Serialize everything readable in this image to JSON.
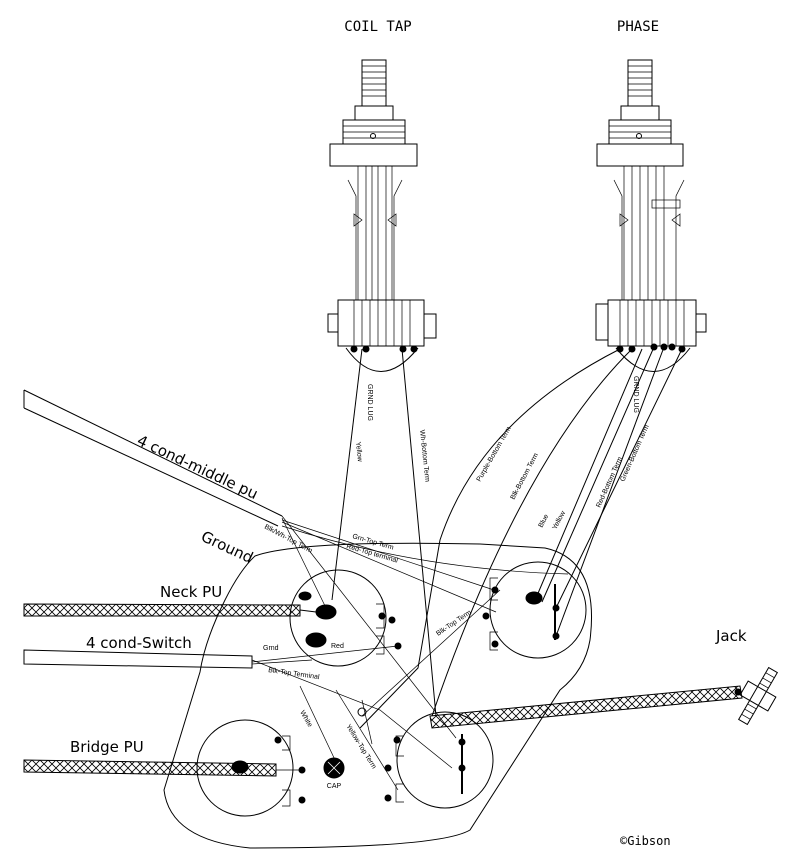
{
  "labels": {
    "coil_tap": "COIL TAP",
    "phase": "PHASE",
    "four_cond_middle": "4 cond-middle pu",
    "ground": "Ground",
    "neck_pu": "Neck PU",
    "four_cond_switch": "4 cond-Switch",
    "bridge_pu": "Bridge PU",
    "jack": "Jack",
    "copyright": "©Gibson",
    "cap": "CAP",
    "ground_lug": "GRND LUG"
  },
  "wire_labels": {
    "yellow": "Yellow",
    "wh_bottom_term": "Wh-Bottom Term",
    "purple_bottom_term": "Purple-Bottom Term",
    "blk_bottom_term": "Blk-Bottom Term",
    "blue": "Blue",
    "yellow2": "Yellow",
    "red_bottom_term": "Red-Bottom Term",
    "green_bottom_term": "Green-Bottom Term",
    "blk_wh_top_term": "Blk/Wh-Top Term",
    "grn_top_term": "Grn-Top Term",
    "red_top_terminal": "Red-Top terminal",
    "blk_top_term": "Blk-Top Term",
    "grnd": "Grnd",
    "red": "Red",
    "blk_top_terminal": "Blk-Top Terminal",
    "white": "White",
    "yellow_top_term": "Yellow-Top Term"
  }
}
